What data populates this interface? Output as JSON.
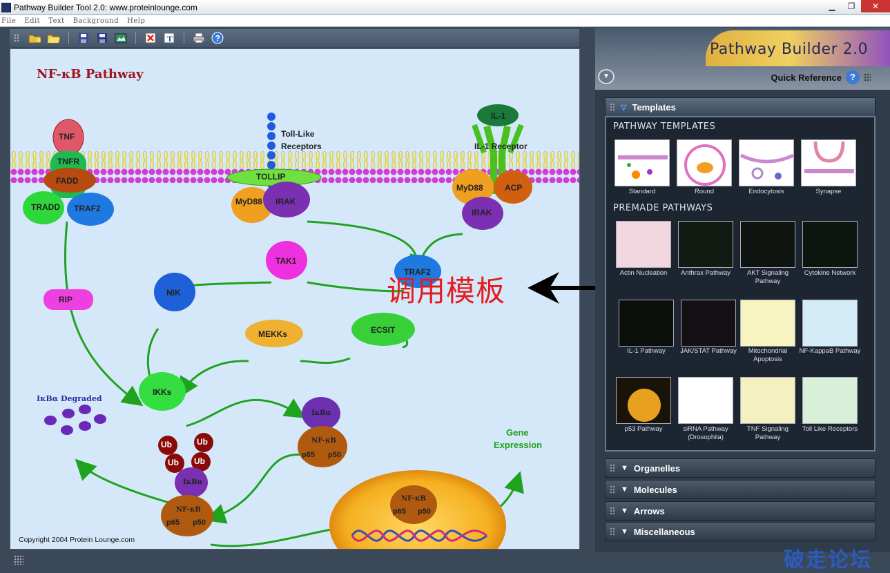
{
  "window": {
    "title": "Pathway Builder Tool 2.0: www.proteinlounge.com"
  },
  "menu": [
    "File",
    "Edit",
    "Text",
    "Background",
    "Help"
  ],
  "toolbar": {
    "icons": [
      "open-template-icon",
      "open-folder-icon",
      "save-icon",
      "save-as-icon",
      "export-image-icon",
      "delete-icon",
      "text-tool-icon",
      "print-icon",
      "help-icon"
    ]
  },
  "canvas": {
    "title": "NF-κB Pathway",
    "copyright": "Copyright 2004 Protein Lounge.com",
    "labels": {
      "tnf": "TNF",
      "tnfr": "TNFR",
      "fadd": "FADD",
      "tradd": "TRADD",
      "traf2a": "TRAF2",
      "toll_like": "Toll-Like",
      "receptors": "Receptors",
      "tollip": "TOLLIP",
      "myd88a": "MyD88",
      "irak_a": "IRAK",
      "il1": "IL-1",
      "il1_receptor": "IL-1 Receptor",
      "myd88b": "MyD88",
      "acp": "ACP",
      "irak_b": "IRAK",
      "tak1": "TAK1",
      "traf2b": "TRAF2",
      "nik": "NIK",
      "rip": "RIP",
      "mekks": "MEKKs",
      "ecsit": "ECSIT",
      "ikks": "IKKs",
      "ikba_degraded": "IκBα Degraded",
      "ikba_a": "IκBα",
      "nfkb_a": "NF-κB",
      "p65a": "p65",
      "p50a": "p50",
      "ub": "Ub",
      "ikba_b": "IκBα",
      "nfkb_b": "NF-κB",
      "p65b": "p65",
      "p50b": "p50",
      "nfkb_c": "NF-κB",
      "p65c": "p65",
      "p50c": "p50",
      "gene": "Gene",
      "expression": "Expression"
    }
  },
  "annotation": "调用模板",
  "panel": {
    "logo_a": "Pathway ",
    "logo_b": "Builder 2.0",
    "quick_reference": "Quick Reference",
    "templates_label": "Templates",
    "pathway_templates_header": "PATHWAY TEMPLATES",
    "premade_header": "PREMADE PATHWAYS",
    "templates": [
      "Standard",
      "Round",
      "Endocytosis",
      "Synapse"
    ],
    "premade": [
      "Actin Nucleation",
      "Anthrax Pathway",
      "AKT Signaling Pathway",
      "Cytokine Network",
      "IL-1 Pathway",
      "JAK/STAT Pathway",
      "Mitochondrial Apoptosis",
      "NF-KappaB Pathway",
      "p53 Pathway",
      "siRNA Pathway (Drosophila)",
      "TNF Signaling Pathway",
      "Toll  Like Receptors"
    ],
    "sections": [
      "Organelles",
      "Molecules",
      "Arrows",
      "Miscellaneous"
    ]
  },
  "watermark": "破走论坛",
  "colors": {
    "title_red": "#a0141e",
    "canvas_bg": "#d5e8f9",
    "annotation_red": "#e41c1c"
  }
}
